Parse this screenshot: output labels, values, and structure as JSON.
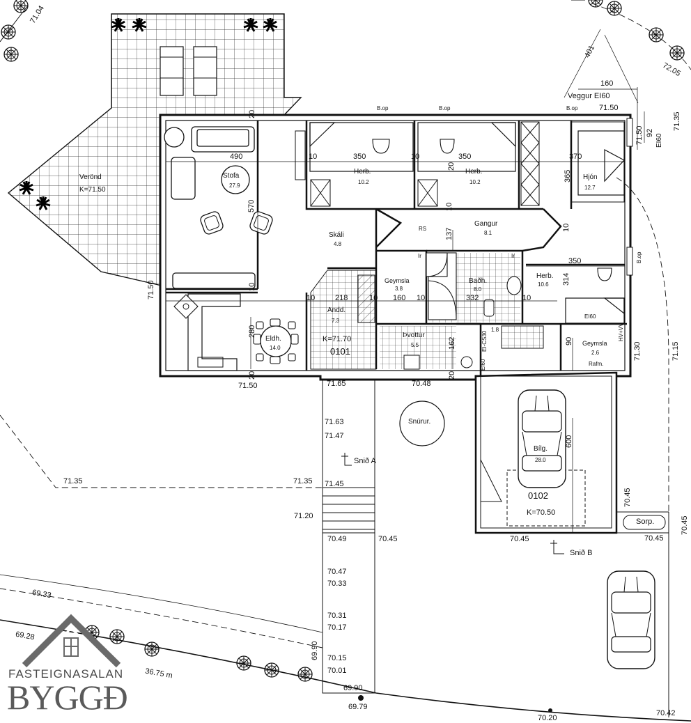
{
  "logo": {
    "company_small": "FASTEIGNASALAN",
    "company_big": "BYGGÐ"
  },
  "rooms": {
    "stofa": {
      "name": "Stofa",
      "area": "27.9"
    },
    "skali": {
      "name": "Skáli",
      "area": "4.8"
    },
    "herb1": {
      "name": "Herb.",
      "area": "10.2"
    },
    "herb2": {
      "name": "Herb.",
      "area": "10.2"
    },
    "hjon": {
      "name": "Hjón",
      "area": "12.7"
    },
    "gangur": {
      "name": "Gangur",
      "area": "8.1"
    },
    "geymsla1": {
      "name": "Geymsla",
      "area": "3.8"
    },
    "badh": {
      "name": "Baðh.",
      "area": "8.0"
    },
    "herb3": {
      "name": "Herb.",
      "area": "10.6"
    },
    "andd": {
      "name": "Andd.",
      "area": "7.3"
    },
    "eldh": {
      "name": "Eldh.",
      "area": "14.0"
    },
    "thvottur": {
      "name": "Þvottur",
      "area": "5.5"
    },
    "geymsla2": {
      "name": "Geymsla",
      "area": "2.6"
    },
    "bilg": {
      "name": "Bílg.",
      "area": "28.0"
    },
    "verond": {
      "name": "Verönd",
      "level": "K=71.50"
    },
    "snurur": {
      "name": "Snúrur."
    }
  },
  "labels": {
    "k7170": "K=71.70",
    "code0101": "0101",
    "code0102": "0102",
    "k7050": "K=70.50",
    "rs": "RS",
    "bop1": "B.op",
    "bop2": "B.op",
    "bop3": "B.op",
    "bop4": "B.op",
    "veggur": "Veggur EI60",
    "ei60a": "EI60",
    "ei60b": "EI60",
    "ei60c": "EI60",
    "ei60cs": "EI-CS30",
    "rafm": "Rafm.",
    "hvvv": "HV+VV",
    "sorp": "Sorp.",
    "snidA": "Snið A",
    "snidB": "Snið B",
    "ir1": "Ir",
    "ir2": "Ir",
    "one8": "1.8"
  },
  "dims": {
    "d490": "490",
    "d350a": "350",
    "d350b": "350",
    "d370": "370",
    "d10a": "10",
    "d10b": "10",
    "d20a": "20",
    "d570": "570",
    "d365": "365",
    "d137": "137",
    "d10c": "10",
    "d10d": "10",
    "d218": "218",
    "d160a": "160",
    "d332": "332",
    "d10e": "10",
    "d10f": "10",
    "d10g": "10",
    "d10h": "10",
    "d350c": "350",
    "d314": "314",
    "d280": "280",
    "d162": "162",
    "d90": "90",
    "d600": "600",
    "d160top": "160",
    "d401": "401",
    "d92": "92",
    "d20b": "20",
    "d20c": "20",
    "d20d": "20",
    "d10i": "10",
    "d36": "36.75 m"
  },
  "levels": {
    "l7104": "71.04",
    "l7205": "72.05",
    "l7135r": "71.35",
    "l7150top": "71.50",
    "l7150r": "71.50",
    "l7150l": "71.50",
    "l7150b": "71.50",
    "l7165": "71.65",
    "l7048": "70.48",
    "l7130": "71.30",
    "l7115": "71.15",
    "l7163": "71.63",
    "l7147": "71.47",
    "l7135a": "71.35",
    "l7135b": "71.35",
    "l7145": "71.45",
    "l7120": "71.20",
    "l7049": "70.49",
    "l7045a": "70.45",
    "l7047": "70.47",
    "l7033": "70.33",
    "l7031": "70.31",
    "l7017": "70.17",
    "l7015": "70.15",
    "l7001": "70.01",
    "l6990a": "69.90",
    "l6990b": "69.90",
    "l6979": "69.79",
    "l6933": "69.33",
    "l6928": "69.28",
    "l7045b": "70.45",
    "l7045c": "70.45",
    "l7045d": "70.45",
    "l7045e": "70.45",
    "l7020": "70.20",
    "l7042": "70.42"
  }
}
